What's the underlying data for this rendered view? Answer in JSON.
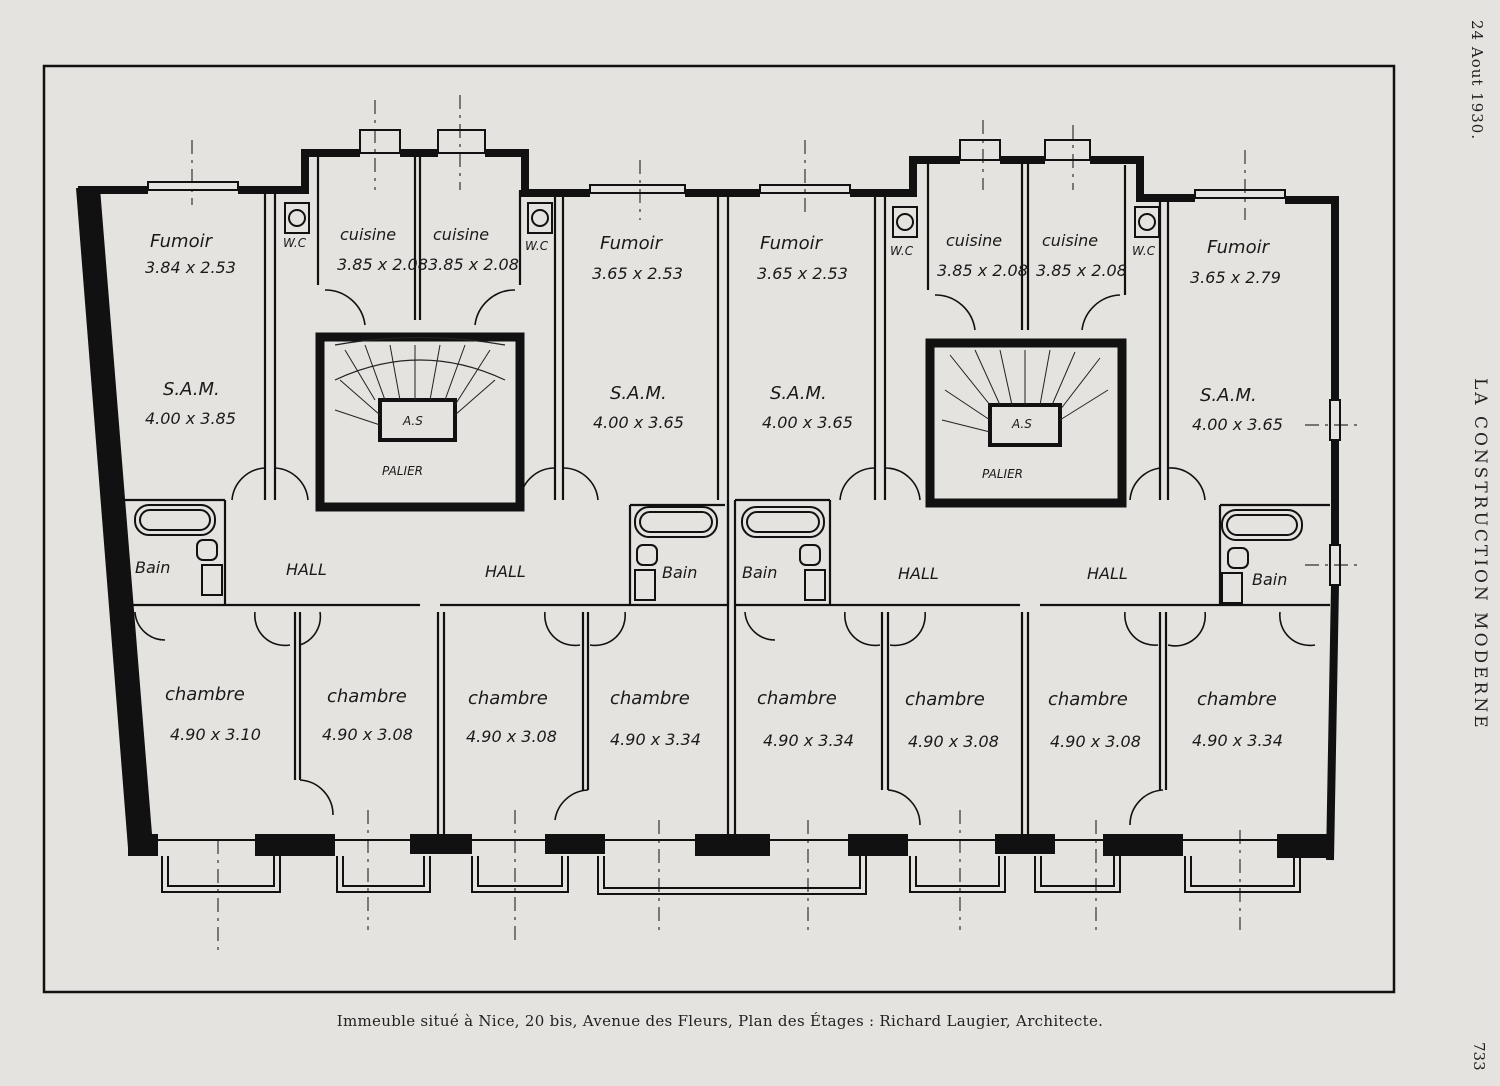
{
  "header": {
    "date": "24 Aout 1930.",
    "journal": "LA CONSTRUCTION MODERNE",
    "page_number": "733"
  },
  "plan": {
    "rooms": {
      "fumoir_1": {
        "name": "Fumoir",
        "dims": "3.84 x 2.53"
      },
      "fumoir_2": {
        "name": "Fumoir",
        "dims": "3.65 x 2.53"
      },
      "fumoir_3": {
        "name": "Fumoir",
        "dims": "3.65 x 2.53"
      },
      "fumoir_4": {
        "name": "Fumoir",
        "dims": "3.65 x 2.79"
      },
      "cuisine_1": {
        "name": "cuisine",
        "dims": "3.85 x 2.08"
      },
      "cuisine_2": {
        "name": "cuisine",
        "dims": "3.85 x 2.08"
      },
      "cuisine_3": {
        "name": "cuisine",
        "dims": "3.85 x 2.08"
      },
      "cuisine_4": {
        "name": "cuisine",
        "dims": "3.85 x 2.08"
      },
      "sam_1": {
        "name": "S.A.M.",
        "dims": "4.00 x 3.85"
      },
      "sam_2": {
        "name": "S.A.M.",
        "dims": "4.00 x 3.65"
      },
      "sam_3": {
        "name": "S.A.M.",
        "dims": "4.00 x 3.65"
      },
      "sam_4": {
        "name": "S.A.M.",
        "dims": "4.00 x 3.65"
      },
      "chambre_1": {
        "name": "chambre",
        "dims": "4.90 x 3.10"
      },
      "chambre_2": {
        "name": "chambre",
        "dims": "4.90 x 3.08"
      },
      "chambre_3": {
        "name": "chambre",
        "dims": "4.90 x 3.08"
      },
      "chambre_4": {
        "name": "chambre",
        "dims": "4.90 x 3.34"
      },
      "chambre_5": {
        "name": "chambre",
        "dims": "4.90 x 3.34"
      },
      "chambre_6": {
        "name": "chambre",
        "dims": "4.90 x 3.08"
      },
      "chambre_7": {
        "name": "chambre",
        "dims": "4.90 x 3.08"
      },
      "chambre_8": {
        "name": "chambre",
        "dims": "4.90 x 3.34"
      }
    },
    "bain_label": "Bain",
    "hall_label": "HALL",
    "palier_label": "PALIER",
    "wc_label": "W.C",
    "lift_label": "A.S"
  },
  "caption": {
    "text": "Immeuble situé à Nice, 20 bis, Avenue des Fleurs, Plan des Étages : Richard Laugier, Architecte."
  }
}
